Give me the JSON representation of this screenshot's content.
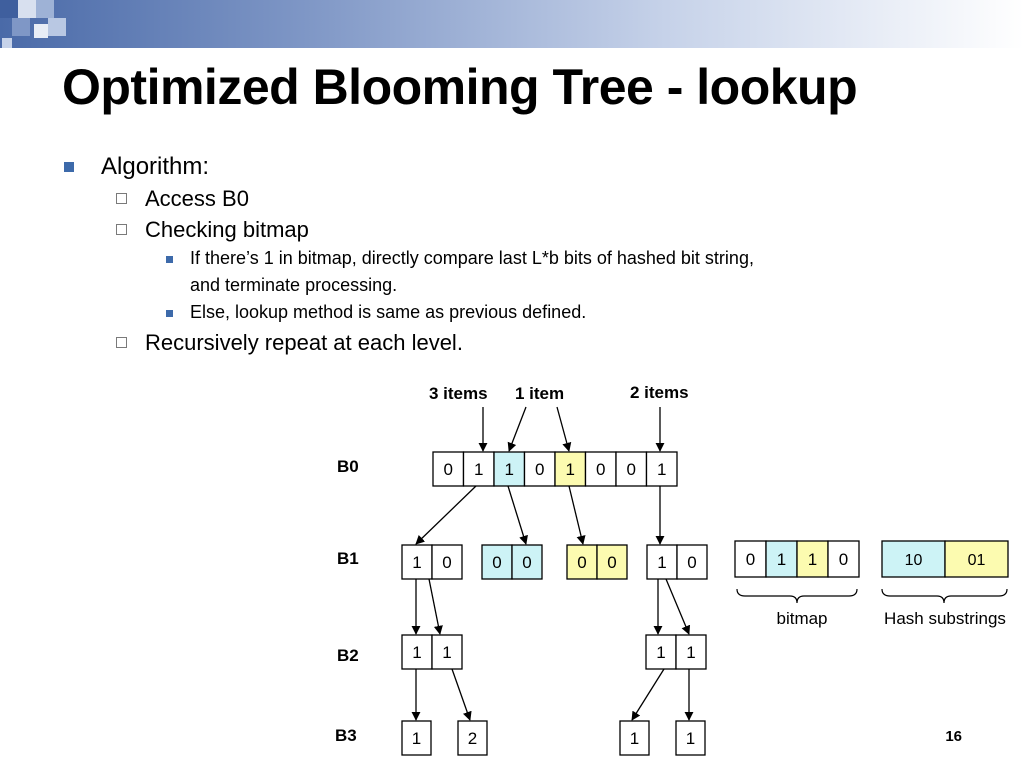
{
  "slide": {
    "title": "Optimized Blooming Tree - lookup",
    "bullets": {
      "algorithm": "Algorithm:",
      "access": "Access B0",
      "checking": "Checking bitmap",
      "if_line1": "If there’s 1 in bitmap, directly compare last L*b bits of hashed bit string,",
      "if_line2": "and terminate processing.",
      "else": "Else, lookup method is same as previous defined.",
      "recursive": "Recursively repeat at each level."
    },
    "page_number": "16"
  },
  "colors": {
    "accent_blue": "#3d6aaa",
    "cyan_cell": "#cdf3f6",
    "yellow_cell": "#fcfbb0"
  },
  "diagram": {
    "level_labels": {
      "b0": "B0",
      "b1": "B1",
      "b2": "B2",
      "b3": "B3"
    },
    "annotations": {
      "three_items": "3 items",
      "one_item": "1 item",
      "two_items": "2 items"
    },
    "b0_bits": [
      "0",
      "1",
      "1",
      "0",
      "1",
      "0",
      "0",
      "1"
    ],
    "b1_nodes": [
      [
        "1",
        "0"
      ],
      [
        "0",
        "0"
      ],
      [
        "0",
        "0"
      ],
      [
        "1",
        "0"
      ]
    ],
    "b2_nodes": [
      [
        "1",
        "1"
      ],
      [
        "1",
        "1"
      ]
    ],
    "b3_nodes": [
      "1",
      "2",
      "1",
      "1"
    ],
    "legend": {
      "bitmap_bits": [
        "0",
        "1",
        "1",
        "0"
      ],
      "bitmap_label": "bitmap",
      "hash_values": [
        "10",
        "01"
      ],
      "hash_label": "Hash substrings"
    }
  }
}
